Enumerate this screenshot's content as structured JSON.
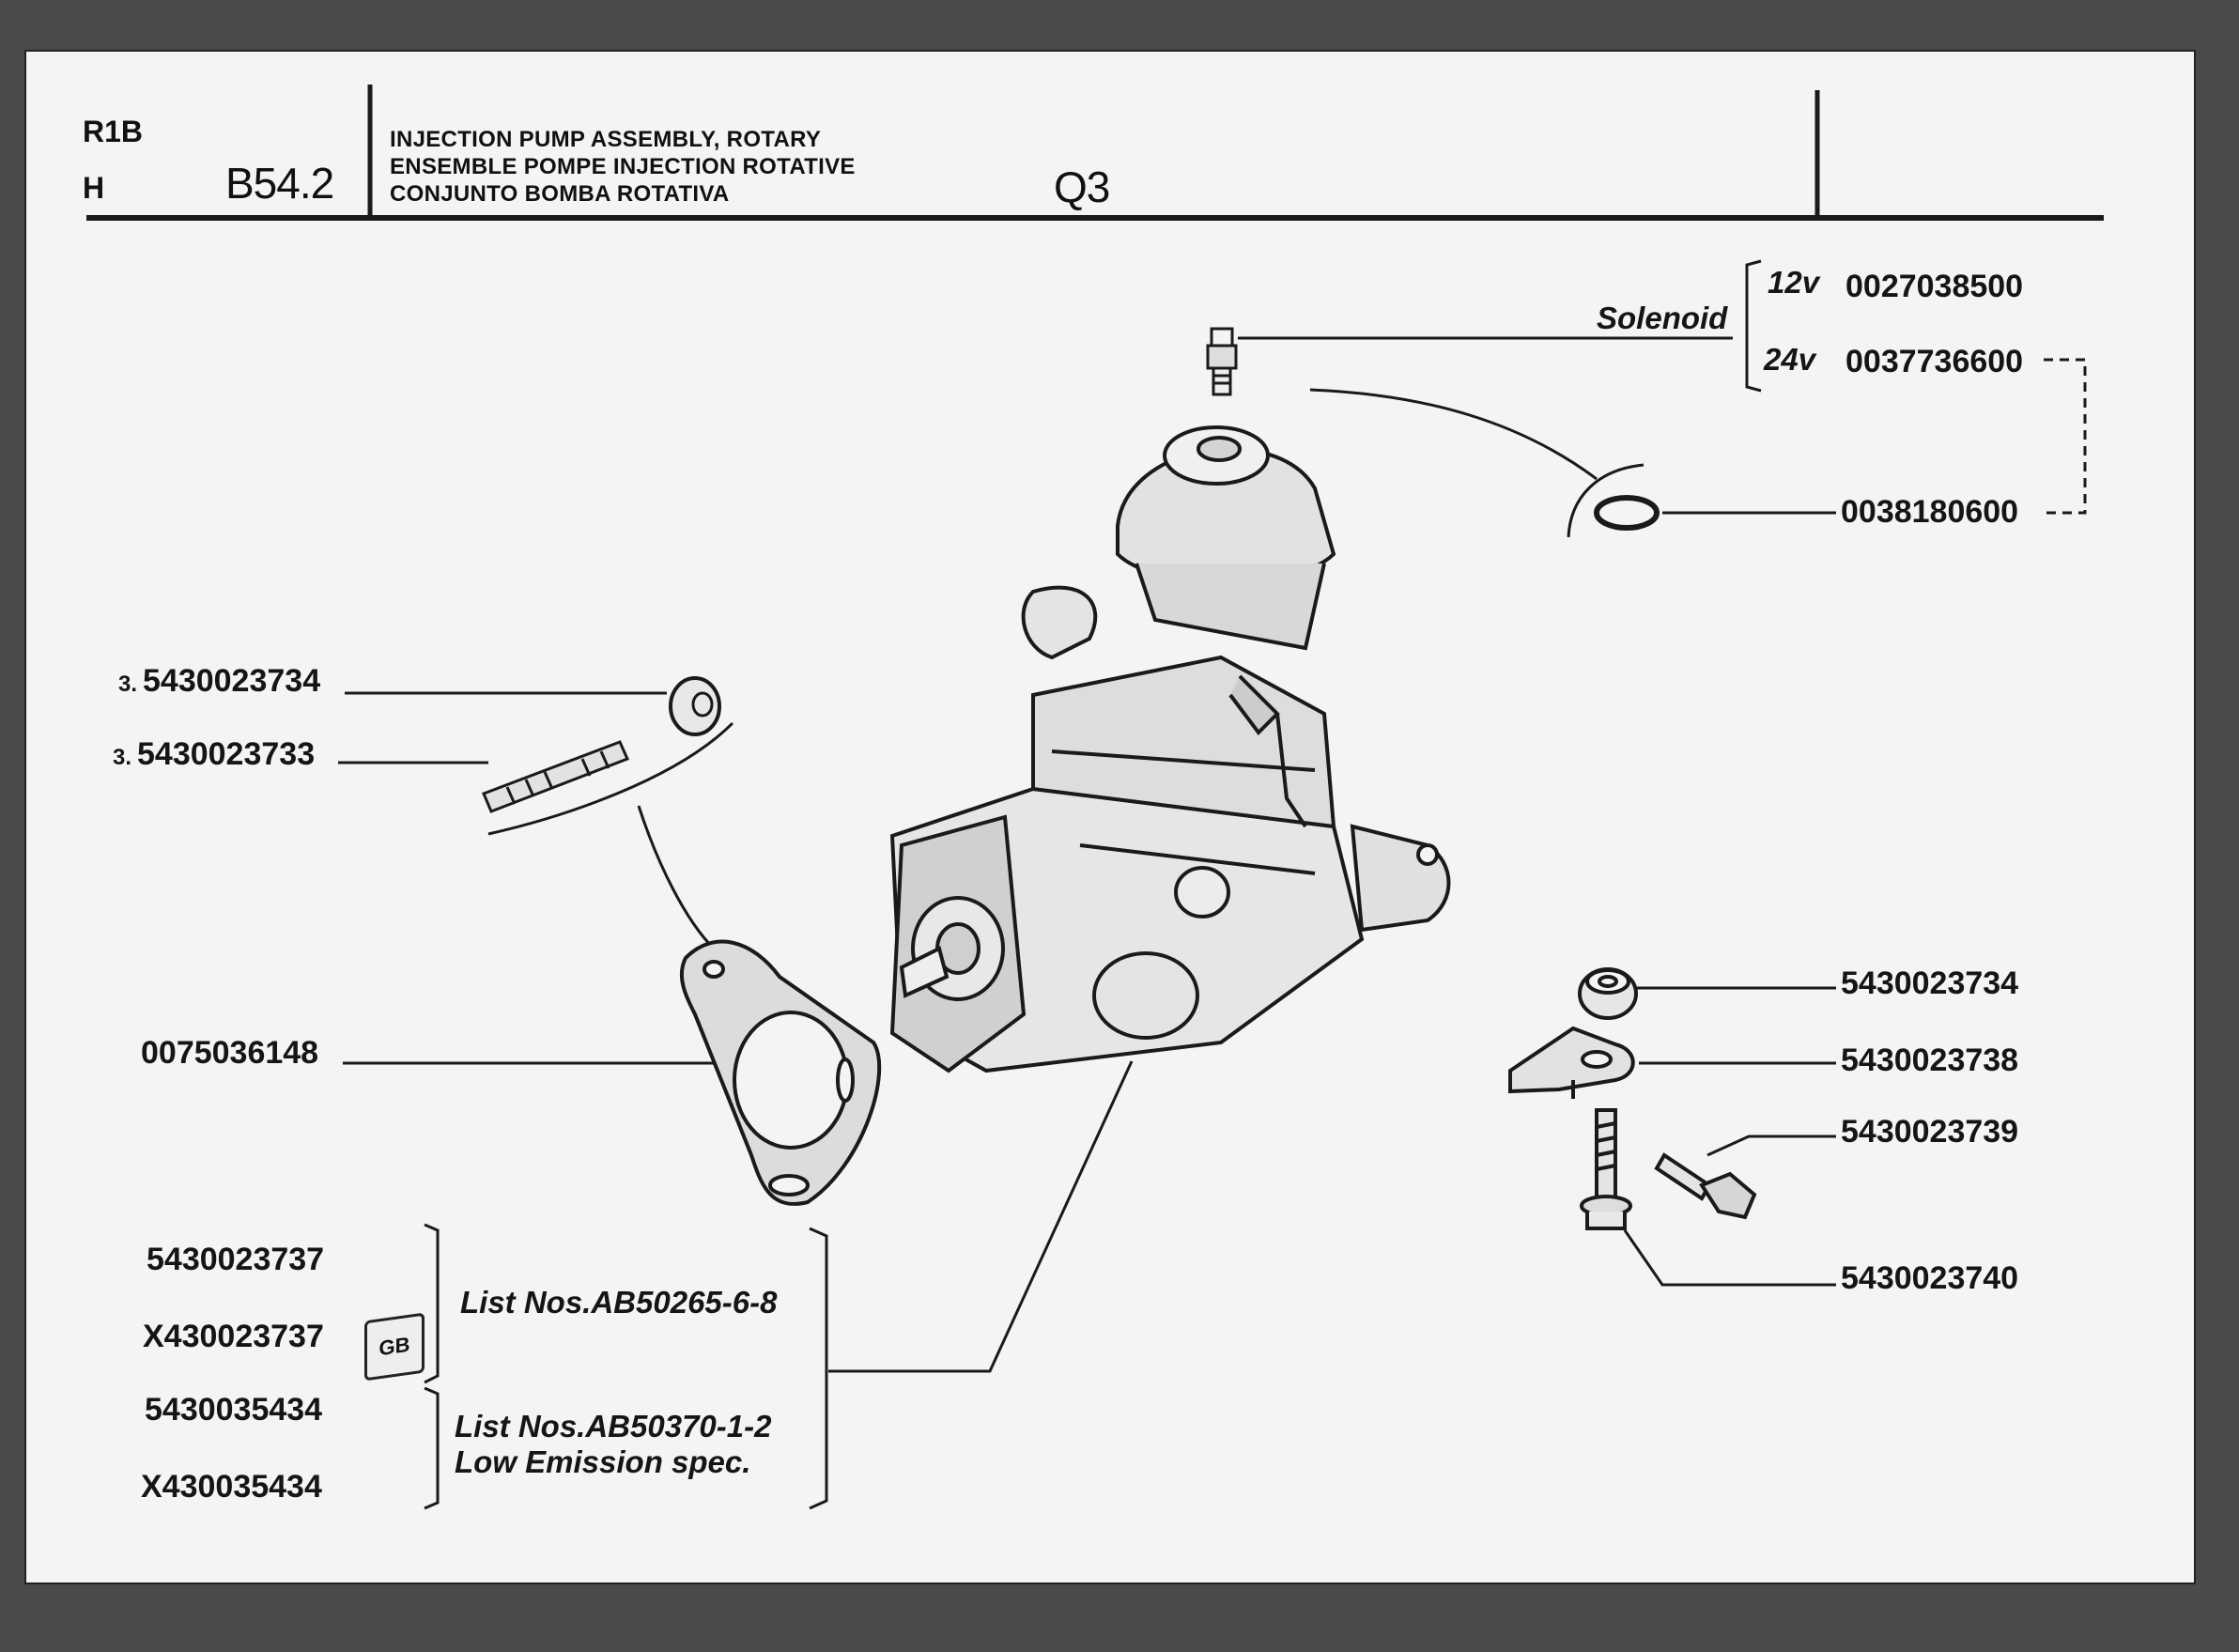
{
  "header": {
    "code_top": "R1B",
    "code_bottom": "H",
    "section": "B54.2",
    "title_lines": [
      "INJECTION PUMP ASSEMBLY, ROTARY",
      "ENSEMBLE POMPE INJECTION ROTATIVE",
      "CONJUNTO BOMBA ROTATIVA"
    ],
    "page_code": "Q3"
  },
  "solenoid": {
    "label": "Solenoid",
    "variants": [
      {
        "voltage": "12v",
        "part": "0027038500"
      },
      {
        "voltage": "24v",
        "part": "0037736600"
      }
    ],
    "washer_part": "0038180600"
  },
  "left_parts": {
    "stud_nut": {
      "qty": "3.",
      "part": "5430023734"
    },
    "stud": {
      "qty": "3.",
      "part": "5430023733"
    },
    "gasket": "0075036148"
  },
  "right_parts": {
    "nut": "5430023734",
    "bracket": "5430023738",
    "bolt_short": "5430023739",
    "bolt_long": "5430023740"
  },
  "pump_assemblies": {
    "group_1": {
      "parts": [
        "5430023737",
        "X430023737"
      ],
      "badge": "GB",
      "note": "List Nos.AB50265-6-8"
    },
    "group_2": {
      "parts": [
        "5430035434",
        "X430035434"
      ],
      "note_lines": [
        "List Nos.AB50370-1-2",
        "Low Emission spec."
      ]
    }
  }
}
